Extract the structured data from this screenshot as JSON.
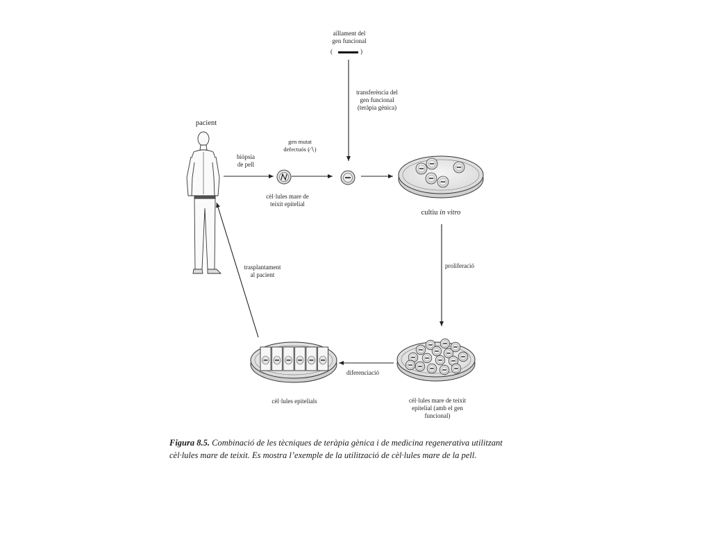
{
  "labels": {
    "isolation_line1": "aïllament del",
    "isolation_line2": "gen funcional",
    "isolation_paren_open": "(",
    "isolation_paren_close": ")",
    "transfer_line1": "transferència del",
    "transfer_line2": "gen funcional",
    "transfer_line3": "(teràpia gènica)",
    "patient": "pacient",
    "biopsy_line1": "biòpsia",
    "biopsy_line2": "de pell",
    "mutated_line1": "gen mutat",
    "mutated_line2": "defectuós (∕∖)",
    "stem_line1": "cèl·lules mare de",
    "stem_line2": "teixit epitelial",
    "culture_prefix": "cultiu ",
    "culture_italic": "in vitro",
    "transplant_line1": "trasplantament",
    "transplant_line2": "al pacient",
    "proliferation": "proliferació",
    "differentiation": "diferenciació",
    "epithelial_cells": "cèl·lules epitelials",
    "result_line1": "cèl·lules mare de teixit",
    "result_line2": "epitelial (amb el gen",
    "result_line3": "funcional)"
  },
  "caption": {
    "figure_label": "Figura 8.5.",
    "text": " Combinació de les tècniques de teràpia gènica i de medicina regenerativa utilitzant cèl·lules mare de teixit. Es mostra l’exemple de la utilització de cèl·lules mare de la pell."
  }
}
